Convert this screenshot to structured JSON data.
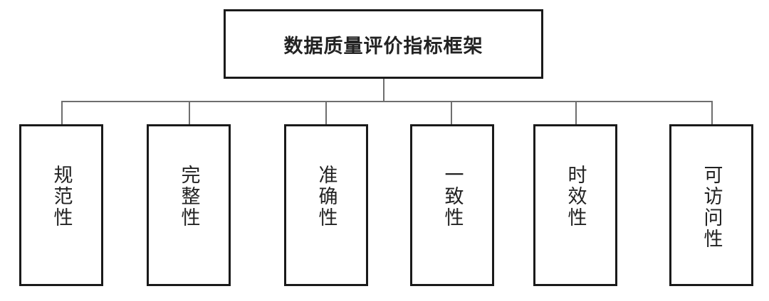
{
  "diagram": {
    "type": "hierarchy",
    "root": {
      "label": "数据质量评价指标框架"
    },
    "children": [
      {
        "label": "规范性"
      },
      {
        "label": "完整性"
      },
      {
        "label": "准确性"
      },
      {
        "label": "一致性"
      },
      {
        "label": "时效性"
      },
      {
        "label": "可访问性"
      }
    ],
    "colors": {
      "border": "#1a1a1a",
      "connector": "#6e6e6e",
      "background": "#ffffff"
    }
  }
}
